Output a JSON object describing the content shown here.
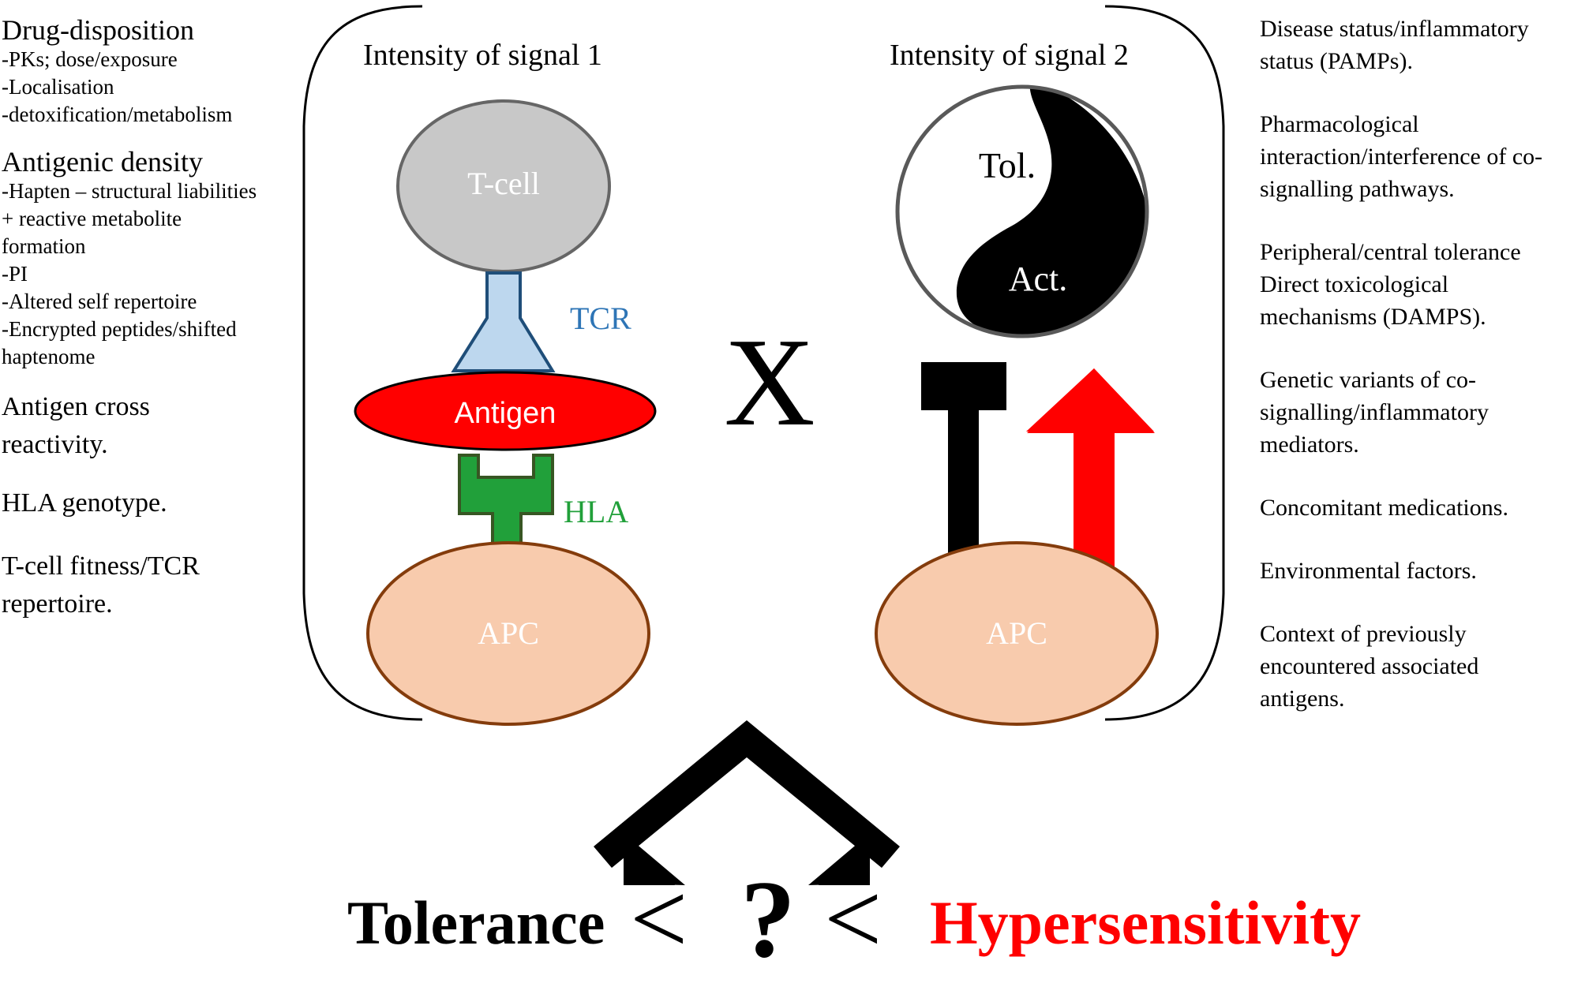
{
  "left": {
    "drug_disposition": {
      "heading": "Drug-disposition",
      "lines": [
        "-PKs; dose/exposure",
        "-Localisation",
        "-detoxification/metabolism"
      ]
    },
    "antigenic_density": {
      "heading": "Antigenic density",
      "lines": [
        "-Hapten – structural liabilities",
        "+ reactive metabolite",
        "formation",
        "-PI",
        "-Altered self repertoire",
        "-Encrypted peptides/shifted",
        "haptenome"
      ]
    },
    "cross_reactivity": [
      "Antigen cross",
      "reactivity."
    ],
    "hla_genotype": "HLA genotype.",
    "tcell_fitness": [
      "T-cell fitness/TCR",
      "repertoire."
    ]
  },
  "signal1": {
    "title": "Intensity of signal 1",
    "tcell": "T-cell",
    "tcr": "TCR",
    "antigen": "Antigen",
    "hla": "HLA",
    "apc": "APC"
  },
  "multiply": "X",
  "signal2": {
    "title": "Intensity of signal 2",
    "tol": "Tol.",
    "act": "Act.",
    "apc": "APC"
  },
  "right": {
    "b1": [
      "Disease status/inflammatory",
      "status (PAMPs)."
    ],
    "b2": [
      "Pharmacological",
      "interaction/interference of co-",
      "signalling pathways."
    ],
    "b3": [
      "Peripheral/central tolerance",
      "Direct toxicological",
      "mechanisms (DAMPS)."
    ],
    "b4": [
      "Genetic variants of co-",
      "signalling/inflammatory",
      "mediators."
    ],
    "b5": [
      "Concomitant medications."
    ],
    "b6": [
      "Environmental factors."
    ],
    "b7": [
      "Context of previously",
      "encountered associated",
      "antigens."
    ]
  },
  "bottom": {
    "tolerance": "Tolerance",
    "lt1": "<",
    "question": "?",
    "lt2": "<",
    "hypersensitivity": "Hypersensitivity"
  },
  "colors": {
    "tcell": "#c8c8c8",
    "tcr": "#bdd7ee",
    "tcr_stroke": "#1f4e79",
    "tcr_label": "#2e75b6",
    "antigen": "#ff0000",
    "hla": "#21a03a",
    "hla_stroke": "#375623",
    "hla_label": "#21a03a",
    "apc": "#f8cbad",
    "apc_stroke": "#843c0c",
    "activation_arrow": "#ff0000",
    "hyper_text": "#ff0000"
  }
}
